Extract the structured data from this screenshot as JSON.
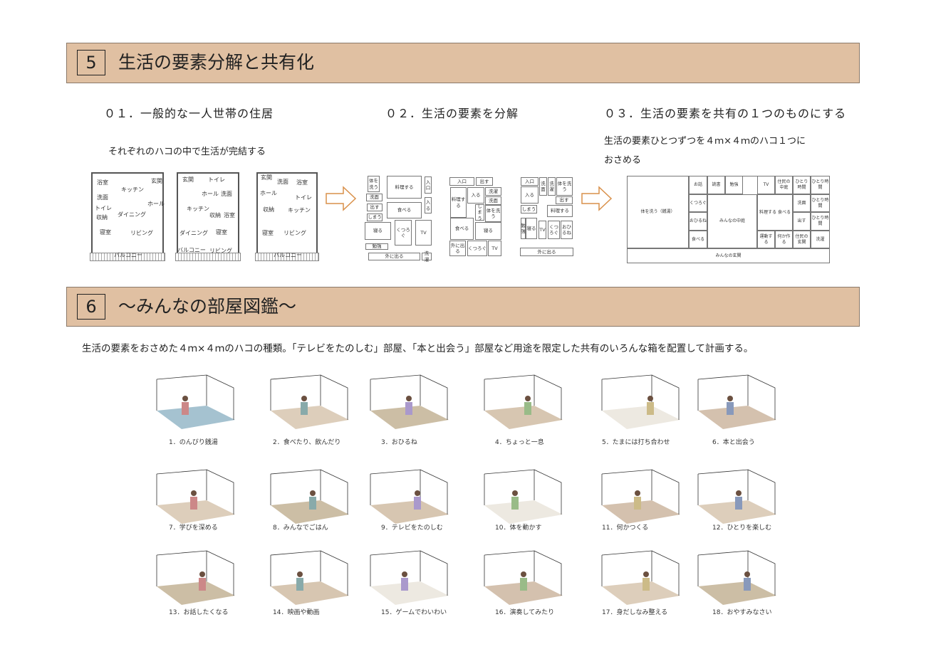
{
  "section5": {
    "number": "5",
    "title": "生活の要素分解と共有化"
  },
  "step1": {
    "heading": "０１．一般的な一人世帯の住居",
    "subtext": "それぞれのハコの中で生活が完結する",
    "plans": [
      {
        "rooms": [
          "浴室",
          "キッチン",
          "玄関",
          "洗面",
          "ホール",
          "トイレ",
          "ダイニング",
          "収納",
          "寝室",
          "リビング",
          "バルコニー"
        ]
      },
      {
        "rooms": [
          "玄関",
          "トイレ",
          "ホール",
          "洗面",
          "キッチン",
          "収納",
          "浴室",
          "ダイニング",
          "寝室",
          "バルコニー",
          "リビング"
        ]
      },
      {
        "rooms": [
          "玄関",
          "洗面",
          "浴室",
          "ホール",
          "トイレ",
          "収納",
          "キッチン",
          "寝室",
          "リビング",
          "バルコニー"
        ]
      }
    ]
  },
  "step2": {
    "heading": "０２．生活の要素を分解",
    "diagrams": [
      [
        "体を洗う",
        "料理する",
        "入口",
        "洗面",
        "入る",
        "出す",
        "食べる",
        "しまう",
        "寝る",
        "くつろぐ",
        "TV",
        "勉強",
        "外に出る",
        "洗濯"
      ],
      [
        "入口",
        "出す",
        "料理する",
        "入る",
        "洗濯",
        "洗面",
        "しまう",
        "体を洗う",
        "食べる",
        "寝る",
        "外に出る",
        "くつろぐ",
        "TV"
      ],
      [
        "入口",
        "洗面",
        "洗濯",
        "体を洗う",
        "入る",
        "出す",
        "しまう",
        "料理する",
        "勉強",
        "寝る",
        "TV",
        "くつろぐ",
        "おひるね",
        "外に出る"
      ]
    ]
  },
  "step3": {
    "heading": "０３．生活の要素を共有の１つのものにする",
    "subtext_line1": "生活の要素ひとつずつを４ｍ×４ｍのハコ１つに",
    "subtext_line2": "おさめる",
    "cells": [
      "体を洗う（銭湯）",
      "お話",
      "読書",
      "勉強",
      "くつろぐ",
      "おひるね",
      "食べる",
      "みんなの中庭",
      "TV",
      "住民の中庭",
      "ひとり時間",
      "ひとり時間",
      "料理する 食べる",
      "洗面",
      "出す",
      "ひとり時間",
      "ひとり時間",
      "運動する",
      "何か作る",
      "住民の玄関",
      "洗濯",
      "みんなの玄関"
    ]
  },
  "section6": {
    "number": "6",
    "title": "～みんなの部屋図鑑～",
    "description": "生活の要素をおさめた４ｍ×４ｍのハコの種類。「テレビをたのしむ」部屋、「本と出会う」部屋など用途を限定した共有のいろんな箱を配置して計画する。",
    "rooms": [
      "1．のんびり銭湯",
      "2．食べたり、飲んだり",
      "3．おひるね",
      "4．ちょっと一息",
      "5．たまには打ち合わせ",
      "6．本と出会う",
      "7．学びを深める",
      "8．みんなでごはん",
      "9．テレビをたのしむ",
      "10．体を動かす",
      "11．何かつくる",
      "12．ひとりを楽しむ",
      "13．お話したくなる",
      "14．映画や動画",
      "15．ゲームでわいわい",
      "16．演奏してみたり",
      "17．身だしなみ整える",
      "18．おやすみなさい"
    ]
  },
  "colors": {
    "band": "#e0c0a2",
    "arrow": "#d9904a"
  }
}
